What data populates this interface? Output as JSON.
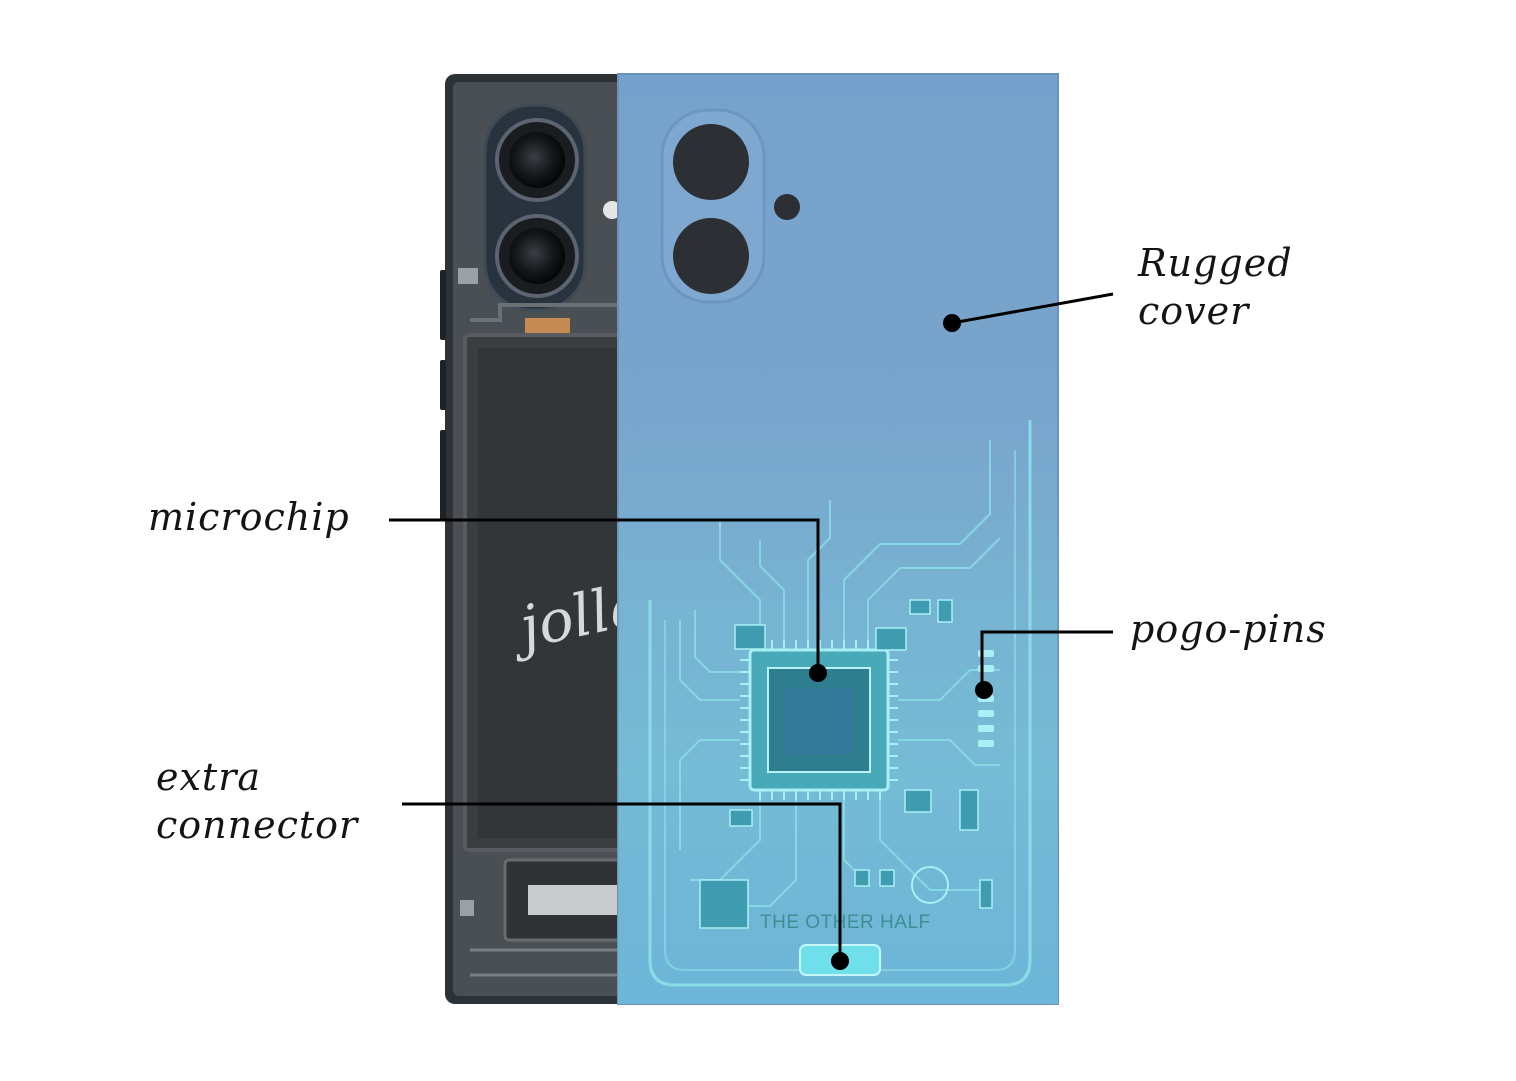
{
  "labels": {
    "rugged_cover": [
      "Rugged",
      "cover"
    ],
    "microchip": "microchip",
    "pogo_pins": "pogo-pins",
    "extra_connector": [
      "extra",
      "connector"
    ]
  },
  "phone": {
    "brand": "jolla",
    "board_text": "THE OTHER HALF"
  },
  "colors": {
    "cover_blue": "#79a3cb",
    "board_cyan": "#6fd6df",
    "phone_dark": "#2d3236",
    "leader_line": "#000000"
  }
}
